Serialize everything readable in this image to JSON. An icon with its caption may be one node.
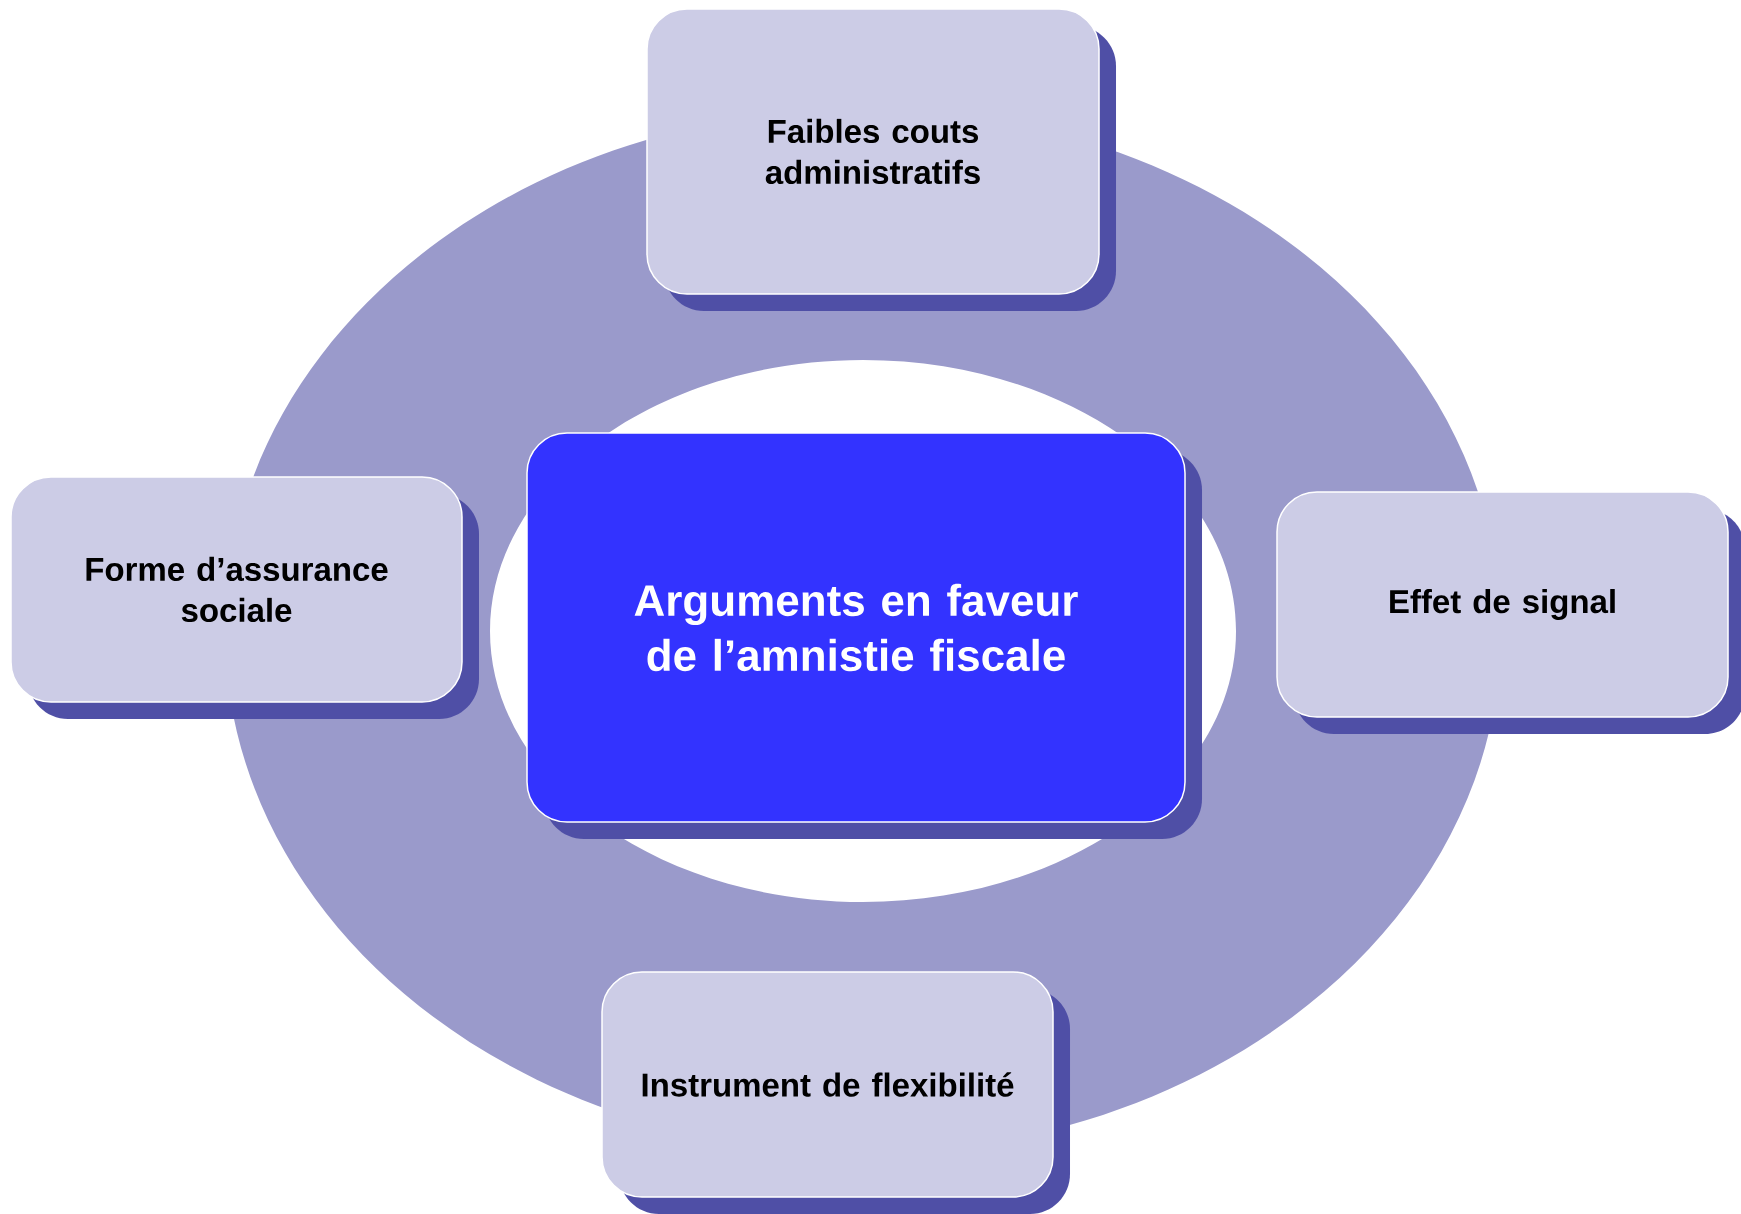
{
  "diagram": {
    "nodes": [
      {
        "text": [
          "Faibles couts administratifs"
        ]
      },
      {
        "text": [
          "Forme d’assurance sociale"
        ]
      },
      {
        "text": [
          "Arguments en faveur de l’amnistie fiscale"
        ]
      },
      {
        "text": [
          "Effet de signal"
        ]
      },
      {
        "text": [
          "Instrument de flexibilité"
        ]
      }
    ]
  }
}
